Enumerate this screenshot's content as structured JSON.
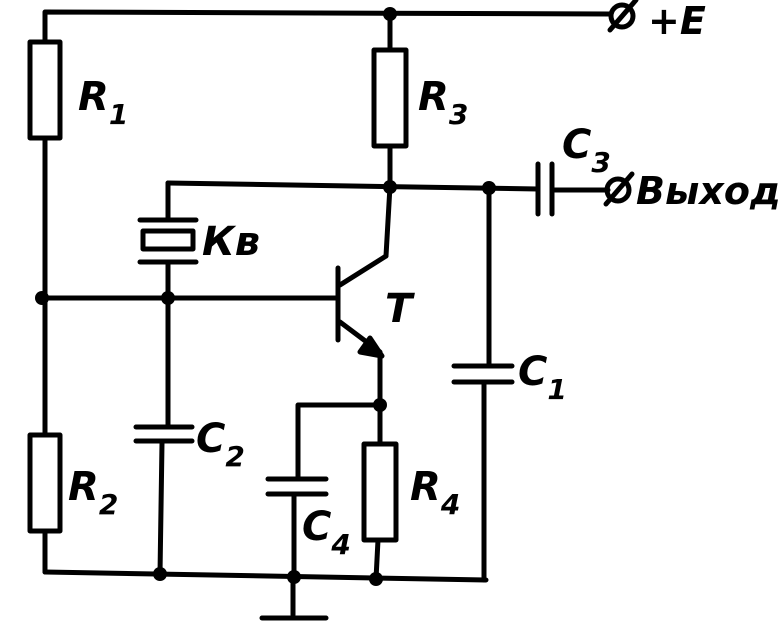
{
  "colors": {
    "ink": "#000000",
    "background": "#ffffff"
  },
  "labels": {
    "r1": {
      "main": "R",
      "sub": "1"
    },
    "r2": {
      "main": "R",
      "sub": "2"
    },
    "r3": {
      "main": "R",
      "sub": "3"
    },
    "r4": {
      "main": "R",
      "sub": "4"
    },
    "c1": {
      "main": "C",
      "sub": "1"
    },
    "c2": {
      "main": "C",
      "sub": "2"
    },
    "c3": {
      "main": "C",
      "sub": "3"
    },
    "c4": {
      "main": "C",
      "sub": "4"
    },
    "crystal": "Кв",
    "transistor": "T",
    "supply": "+E",
    "output": "Выход"
  }
}
